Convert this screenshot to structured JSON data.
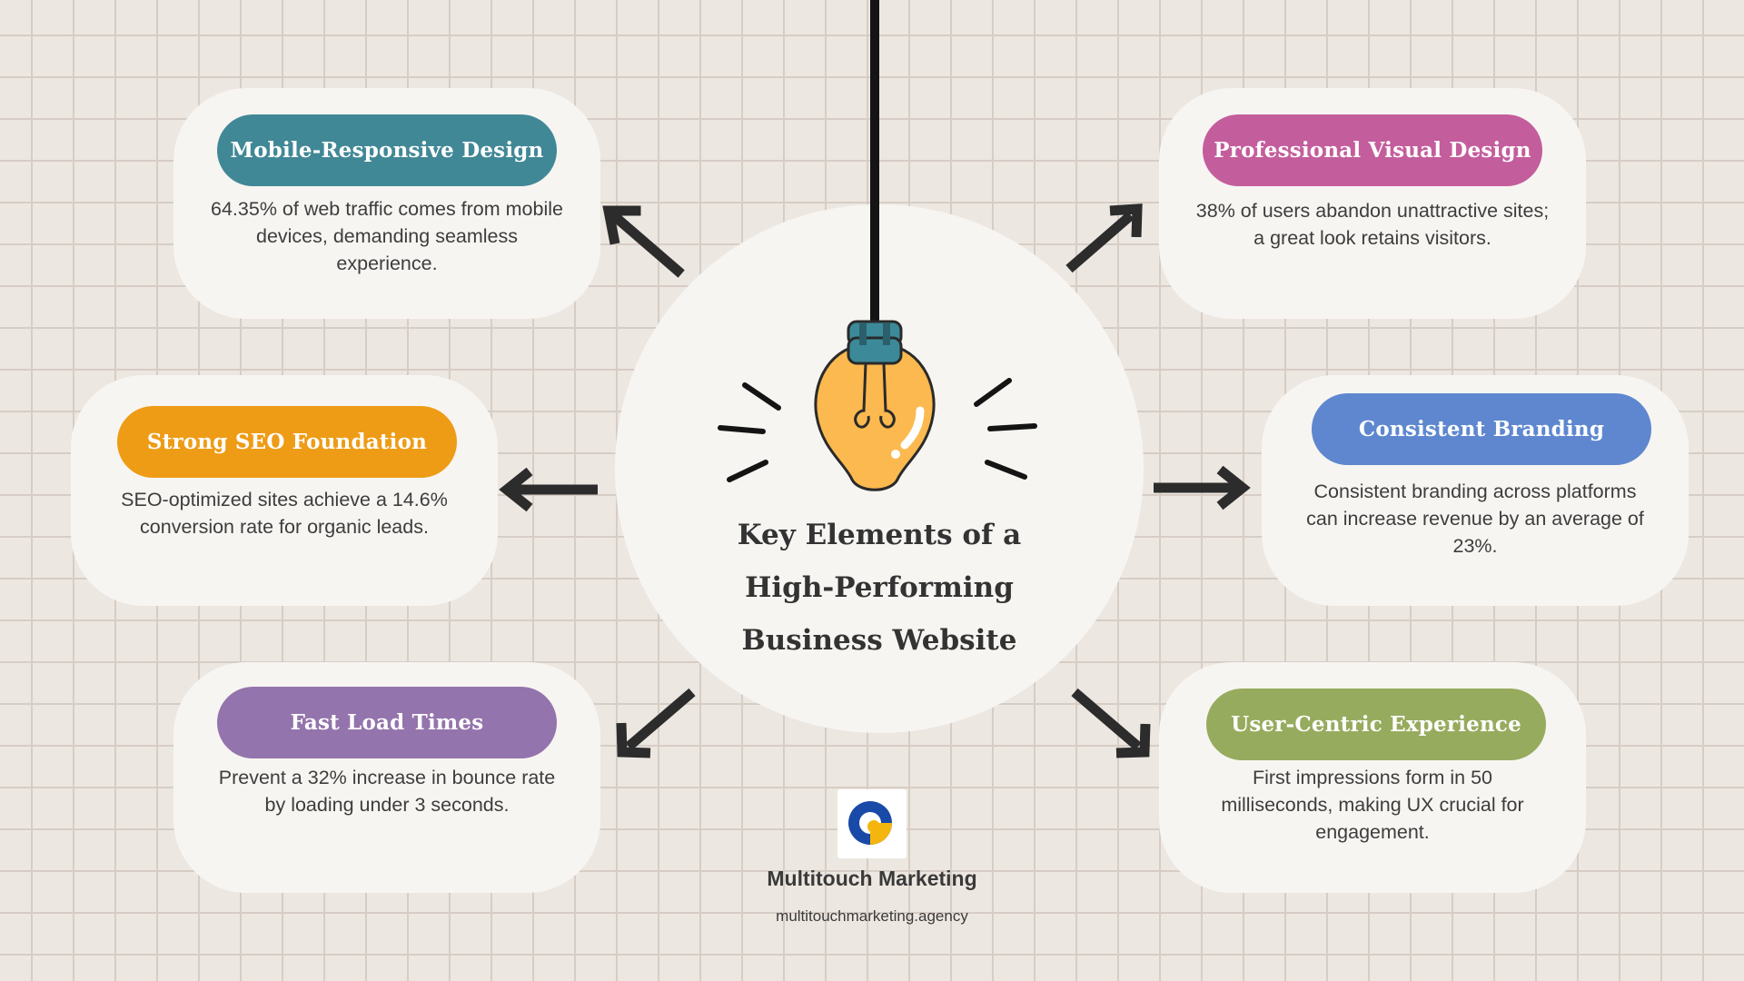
{
  "title": "Key Elements of a High-Performing Business Website",
  "cards": [
    {
      "heading": "Mobile-Responsive Design",
      "text": "64.35% of web traffic comes from mobile devices, demanding seamless experience.",
      "color": "#418896"
    },
    {
      "heading": "Professional Visual Design",
      "text": "38% of users abandon unattractive sites; a great look retains visitors.",
      "color": "#c45d9c"
    },
    {
      "heading": "Strong SEO Foundation",
      "text": "SEO-optimized sites achieve a 14.6% conversion rate for organic leads.",
      "color": "#ee9c16"
    },
    {
      "heading": "Consistent Branding",
      "text": "Consistent branding across platforms can increase revenue by an average of 23%.",
      "color": "#5e87cf"
    },
    {
      "heading": "Fast Load Times",
      "text": "Prevent a 32% increase in bounce rate by loading under 3 seconds.",
      "color": "#9474ac"
    },
    {
      "heading": "User-Centric Experience",
      "text": "First impressions form in 50 milliseconds, making UX crucial for engagement.",
      "color": "#97ab5e"
    }
  ],
  "brand": {
    "name": "Multitouch Marketing",
    "url": "multitouchmarketing.agency"
  },
  "icons": [
    "lightbulb-icon",
    "arrow-icon",
    "brand-logo-icon"
  ],
  "colors": {
    "background": "#ede7e1",
    "card": "#f7f5f2",
    "bulb": "#fbb94f",
    "bulb_cap": "#3c8a99",
    "ink": "#333333"
  }
}
